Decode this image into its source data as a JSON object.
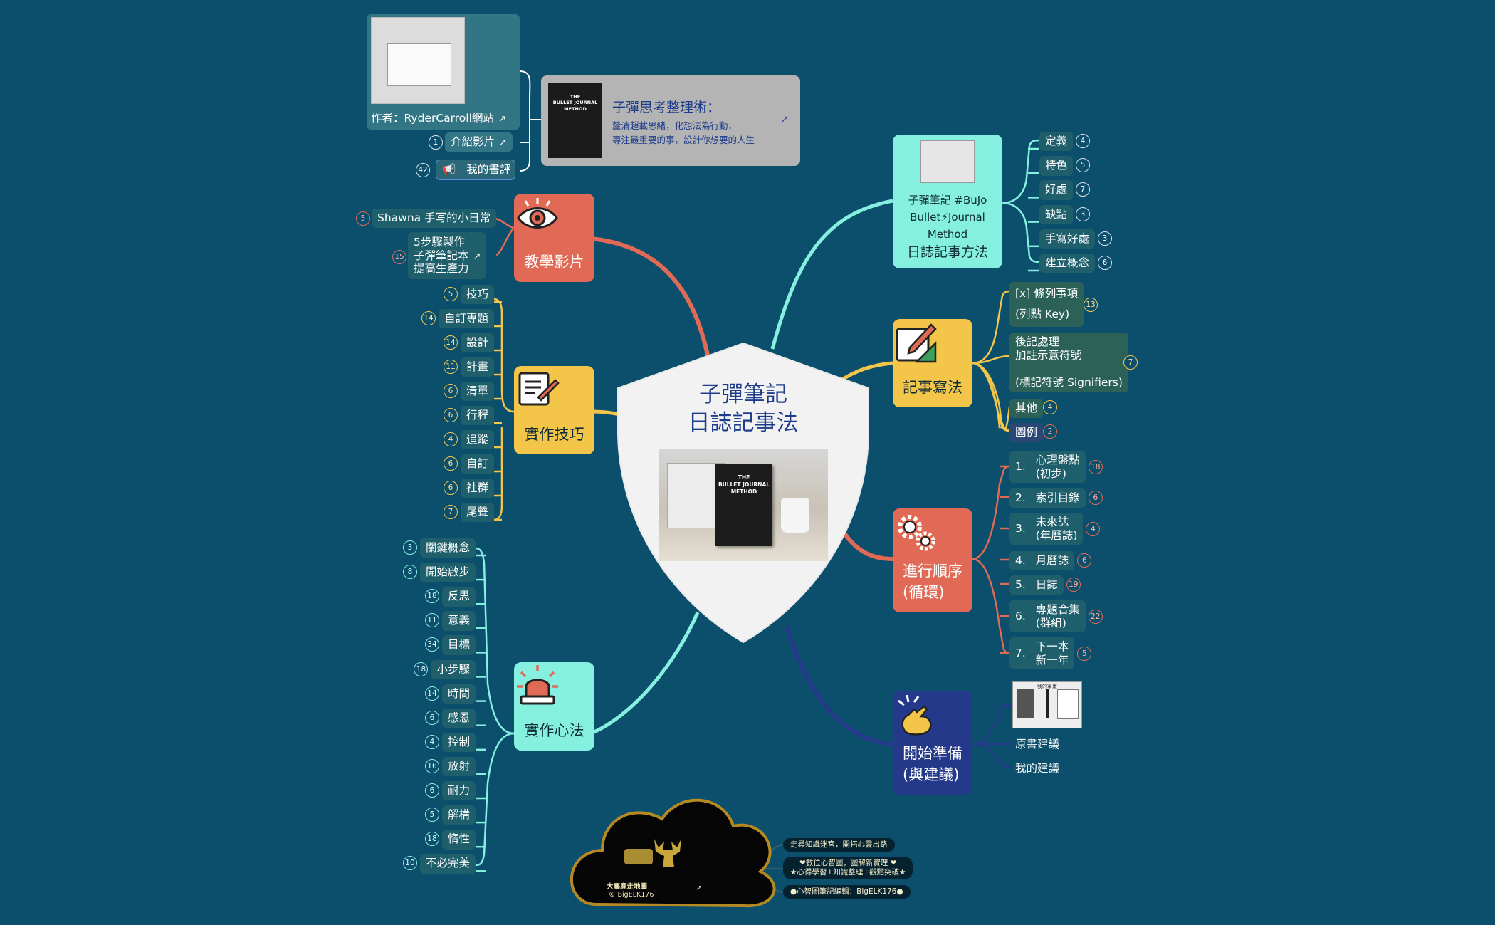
{
  "central": {
    "title_line1": "子彈筆記",
    "title_line2": "日誌記事法"
  },
  "book_card": {
    "title": "子彈思考整理術：",
    "line1": "釐清超載思緒，化想法為行動，",
    "line2": "專注最重要的事，設計你想要的人生",
    "cover_line1": "THE",
    "cover_line2": "BULLET JOURNAL",
    "cover_line3": "METHOD"
  },
  "top_left": {
    "author_link": "作者：RyderCarroll網站",
    "intro_video": "介紹影片",
    "intro_badge": "1",
    "review": "我的書評",
    "review_badge": "42"
  },
  "branches": {
    "teach": {
      "label": "教學影片",
      "color": "#e06a55",
      "items": [
        {
          "label": "Shawna 手写的小日常",
          "badge": "5"
        },
        {
          "label1": "5步驟製作",
          "label2": "子彈筆記本",
          "label3": "提高生產力",
          "badge": "15"
        }
      ]
    },
    "practice": {
      "label": "實作技巧",
      "color": "#f3c64a",
      "items": [
        {
          "label": "技巧",
          "badge": "5"
        },
        {
          "label": "自訂專題",
          "badge": "14"
        },
        {
          "label": "設計",
          "badge": "14"
        },
        {
          "label": "計畫",
          "badge": "11"
        },
        {
          "label": "清單",
          "badge": "6"
        },
        {
          "label": "行程",
          "badge": "6"
        },
        {
          "label": "追蹤",
          "badge": "4"
        },
        {
          "label": "自訂",
          "badge": "6"
        },
        {
          "label": "社群",
          "badge": "6"
        },
        {
          "label": "尾聲",
          "badge": "7"
        }
      ]
    },
    "mindset": {
      "label": "實作心法",
      "color": "#86f0e0",
      "items": [
        {
          "label": "關鍵概念",
          "badge": "3"
        },
        {
          "label": "開始啟步",
          "badge": "8"
        },
        {
          "label": "反思",
          "badge": "18"
        },
        {
          "label": "意義",
          "badge": "11"
        },
        {
          "label": "目標",
          "badge": "34"
        },
        {
          "label": "小步驟",
          "badge": "18"
        },
        {
          "label": "時間",
          "badge": "14"
        },
        {
          "label": "感恩",
          "badge": "6"
        },
        {
          "label": "控制",
          "badge": "4"
        },
        {
          "label": "放射",
          "badge": "16"
        },
        {
          "label": "耐力",
          "badge": "6"
        },
        {
          "label": "解構",
          "badge": "5"
        },
        {
          "label": "惰性",
          "badge": "18"
        },
        {
          "label": "不必完美",
          "badge": "10"
        }
      ]
    },
    "method": {
      "line1": "子彈筆記 #BuJo",
      "line2": "Bullet⚡Journal",
      "line3": "Method",
      "line4": "日誌記事方法",
      "color": "#86f0e0",
      "items": [
        {
          "label": "定義",
          "badge": "4"
        },
        {
          "label": "特色",
          "badge": "5"
        },
        {
          "label": "好處",
          "badge": "7"
        },
        {
          "label": "缺點",
          "badge": "3"
        },
        {
          "label": "手寫好處",
          "badge": "3"
        },
        {
          "label": "建立概念",
          "badge": "6"
        }
      ]
    },
    "writing": {
      "label": "記事寫法",
      "color": "#f3c64a",
      "items": [
        {
          "label1": "[x] 條列事項",
          "label2": "(列點 Key)",
          "badge": "13"
        },
        {
          "label1": "後記處理",
          "label2": "加註示意符號",
          "label3": "(標記符號 Signifiers)",
          "badge": "7"
        },
        {
          "label": "其他",
          "badge": "4"
        },
        {
          "label": "圖例",
          "badge": "2"
        }
      ]
    },
    "order": {
      "label1": "進行順序",
      "label2": "(循環)",
      "color": "#e06a55",
      "items": [
        {
          "num": "1.",
          "label1": "心理盤點",
          "label2": "(初步)",
          "badge": "18"
        },
        {
          "num": "2.",
          "label1": "索引目錄",
          "badge": "6"
        },
        {
          "num": "3.",
          "label1": "未來誌",
          "label2": "(年曆誌)",
          "badge": "4"
        },
        {
          "num": "4.",
          "label1": "月曆誌",
          "badge": "6"
        },
        {
          "num": "5.",
          "label1": "日誌",
          "badge": "19"
        },
        {
          "num": "6.",
          "label1": "專題合集",
          "label2": "(群組)",
          "badge": "22"
        },
        {
          "num": "7.",
          "label1": "下一本",
          "label2": "新一年",
          "badge": "5"
        }
      ]
    },
    "start": {
      "label1": "開始準備",
      "label2": "(與建議)",
      "color": "#25398a",
      "items": [
        {
          "label": "原書建議"
        },
        {
          "label": "我的建議"
        }
      ],
      "thumb_caption": "我的筆畫"
    }
  },
  "footer": {
    "brand": "大麋鹿走地圖",
    "copyright": "© BigELK176",
    "pill1": "走尋知識迷宮，開拓心靈出路",
    "pill2a": "❤數位心智圖，圖解新實理 ❤",
    "pill2b": "★心得學習+知識整理+觀點突破★",
    "pill3": "●心智圖筆記編輯：BigELK176●"
  }
}
